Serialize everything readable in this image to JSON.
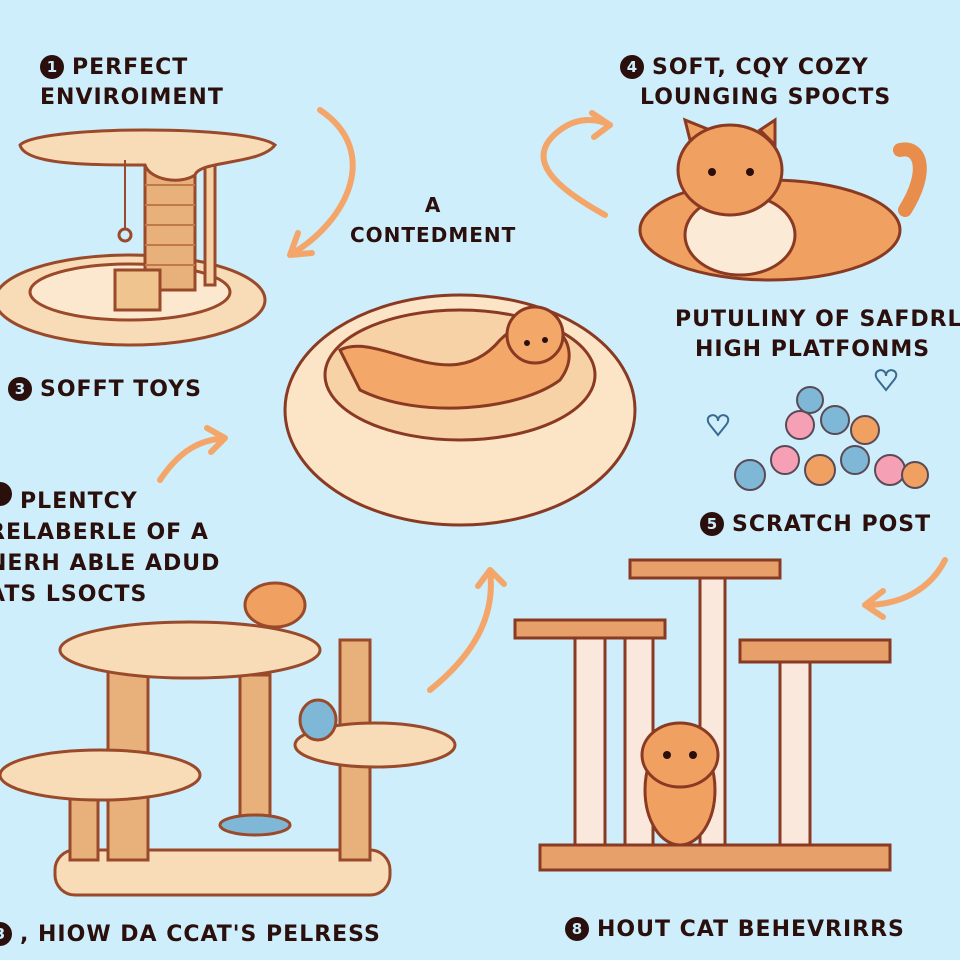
{
  "background_color": "#cdeefa",
  "accent_color": "#f4a66a",
  "text_color": "#2b0f0c",
  "labels": {
    "perfect_environment": {
      "badge": "1",
      "line1": "PERFECT",
      "line2": "ENVIROIMENT"
    },
    "lounging": {
      "badge": "4",
      "line1": "SOFT, CQY COZY",
      "line2": "LOUNGING SPOCTS"
    },
    "contentment": {
      "line1": "A",
      "line2": "CONTEDMENT"
    },
    "toys": {
      "badge": "3",
      "text": "SOFFT TOYS"
    },
    "platforms": {
      "line1": "PUTULINY OF SAFDRL",
      "line2": "HIGH PLATFONMS"
    },
    "scratch_post": {
      "badge": "5",
      "text": "SCRATCH POST"
    },
    "plenty": {
      "badge": "",
      "line1": "PLENTCY",
      "line2": "RELABERLE OF A",
      "line3": "NERH ABLE ADUD",
      "line4": "ATS LSOCTS"
    },
    "pelress": {
      "badge": "3",
      "text": ", HIOW DA CCAT'S PELRESS"
    },
    "behaviors": {
      "badge": "8",
      "text": "HOUT CAT BEHEVRIRRS"
    }
  },
  "icons": [
    "cat-tree-icon",
    "cat-bed-icon",
    "lounging-cat-icon",
    "toy-balls-icon",
    "scratch-post-icon",
    "arrow-icon",
    "heart-icon"
  ]
}
